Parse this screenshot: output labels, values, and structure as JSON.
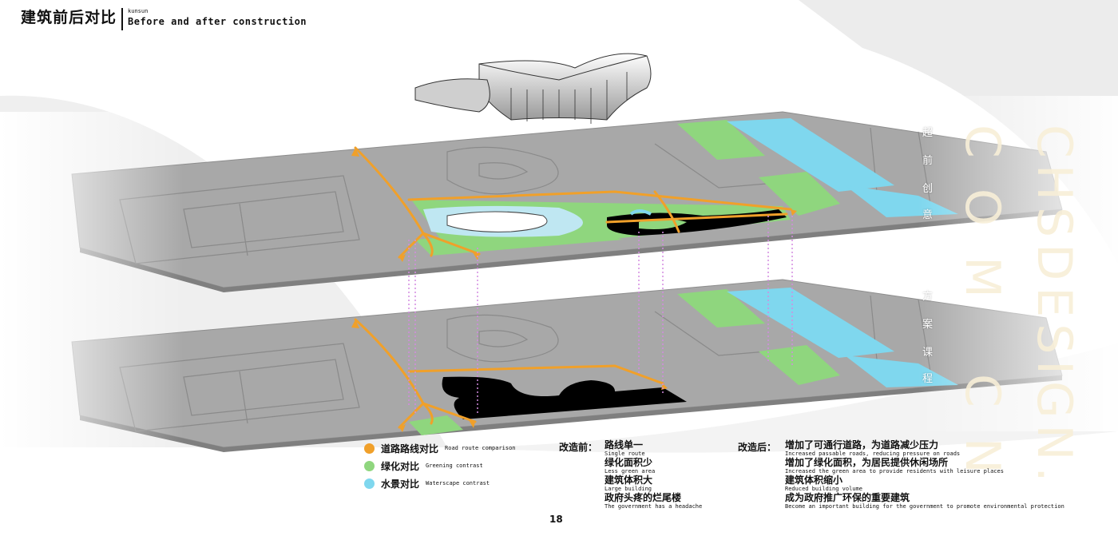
{
  "header": {
    "title_zh": "建筑前后对比",
    "small_label": "kunsun",
    "title_en": "Before and after construction"
  },
  "side_text": {
    "vertical_1": [
      "超",
      "前",
      "创",
      "意"
    ],
    "vertical_2": [
      "方",
      "案",
      "课",
      "程"
    ],
    "watermark_1": "CHSDESIGN.",
    "watermark_2": "COM CN"
  },
  "legend": [
    {
      "zh": "道路路线对比",
      "en": "Road route comparison",
      "color": "#F0A02A"
    },
    {
      "zh": "绿化对比",
      "en": "Greening contrast",
      "color": "#8FD67E"
    },
    {
      "zh": "水景对比",
      "en": "Waterscape contrast",
      "color": "#7FD7EE"
    }
  ],
  "before": {
    "title": "改造前：",
    "items": [
      {
        "zh": "路线单一",
        "en": "Single route"
      },
      {
        "zh": "绿化面积少",
        "en": "Less green area"
      },
      {
        "zh": "建筑体积大",
        "en": "Large building"
      },
      {
        "zh": "政府头疼的烂尾楼",
        "en": "The government has a headache"
      }
    ]
  },
  "after": {
    "title": "改造后：",
    "items": [
      {
        "zh": "增加了可通行道路，为道路减少压力",
        "en": "Increased passable roads, reducing pressure on roads"
      },
      {
        "zh": "增加了绿化面积，为居民提供休闲场所",
        "en": "Increased the green area to provide residents with leisure places"
      },
      {
        "zh": "建筑体积缩小",
        "en": "Reduced building volume"
      },
      {
        "zh": "成为政府推广环保的重要建筑",
        "en": "Become an important building for the government to promote environmental protection"
      }
    ]
  },
  "page_number": "18",
  "colors": {
    "road": "#F0A02A",
    "green": "#8FD67E",
    "water": "#7FD7EE",
    "ground": "#A9A9A9",
    "dashed": "#D38BE0",
    "building": "#000000"
  }
}
